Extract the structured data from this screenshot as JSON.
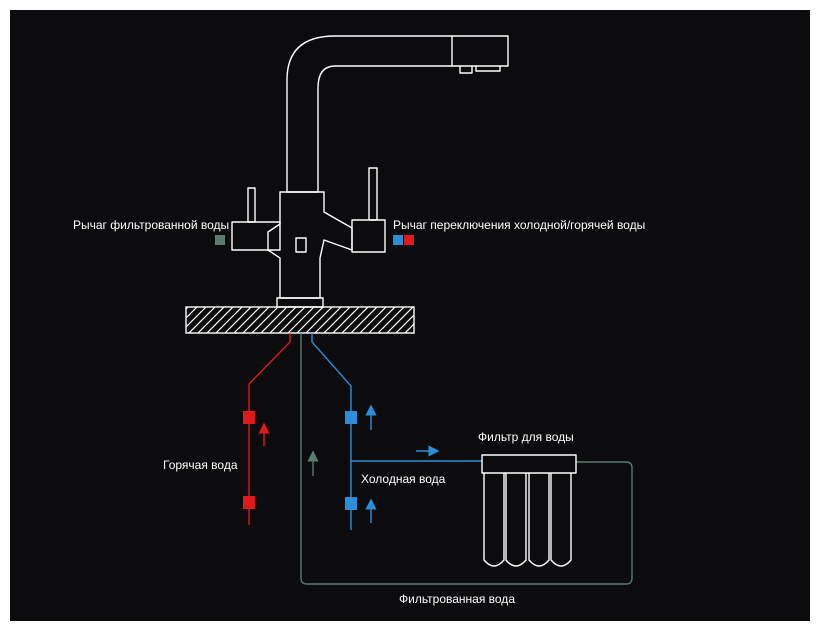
{
  "labels": {
    "filtered_lever": "Рычаг фильтрованной воды",
    "switch_lever": "Рычаг переключения холодной/горячей воды",
    "water_filter": "Фильтр для воды",
    "hot_water": "Горячая вода",
    "cold_water": "Холодная вода",
    "filtered_water": "Фильтрованная вода"
  },
  "colors": {
    "background": "#0c0c0e",
    "outline": "#ffffff",
    "hot": "#e0191b",
    "cold": "#2a8fd8",
    "filtered": "#5c7a6e"
  }
}
